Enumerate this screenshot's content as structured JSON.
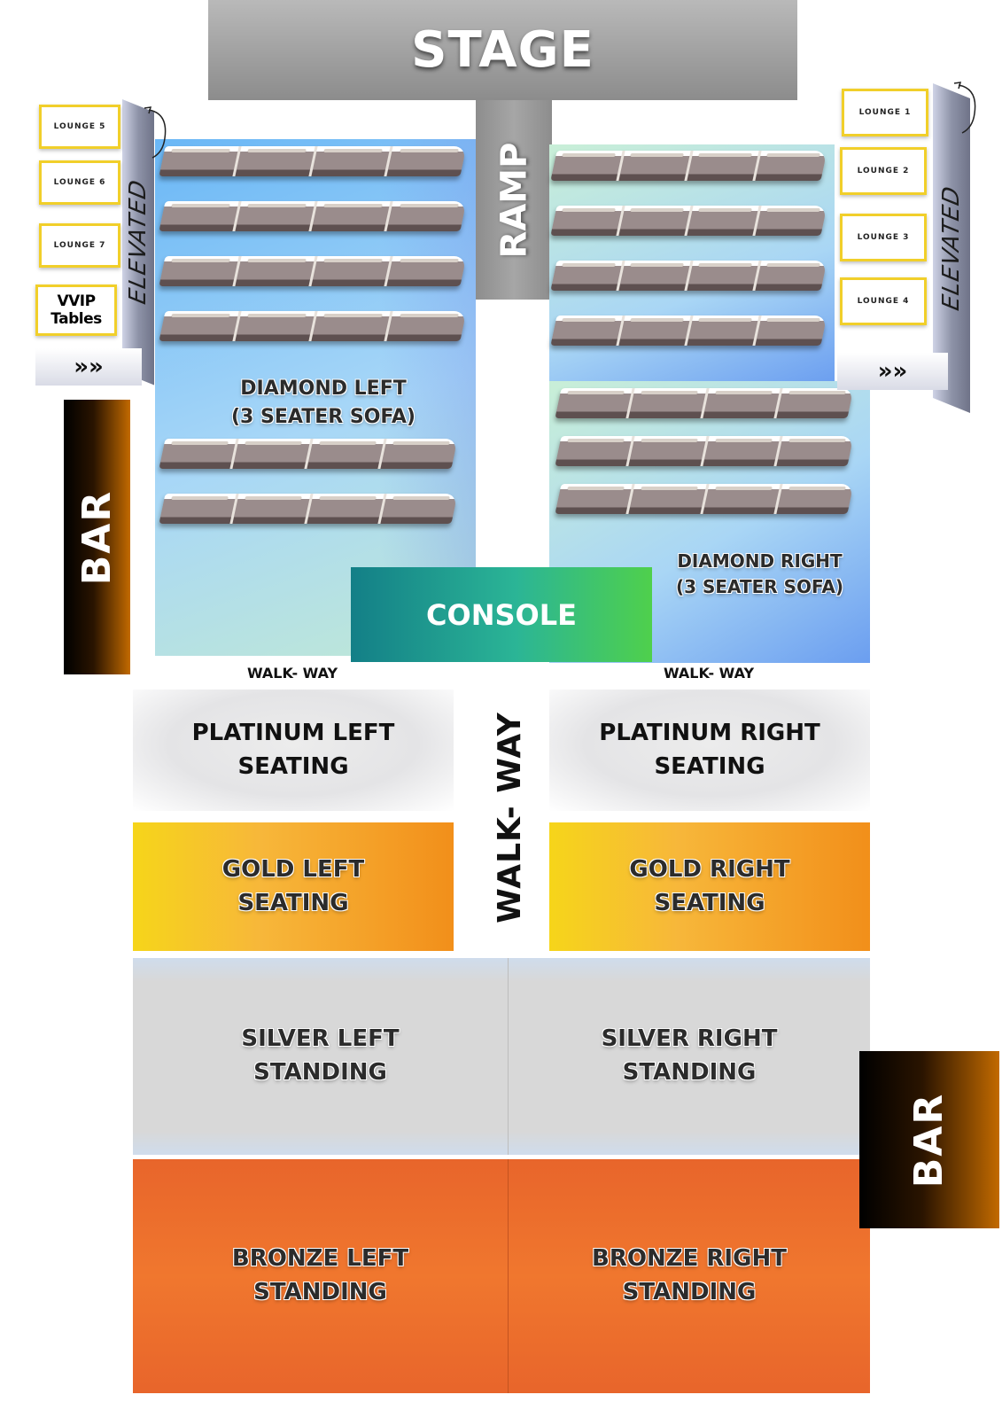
{
  "stage": "STAGE",
  "ramp": "RAMP",
  "diamond_left": {
    "line1": "DIAMOND LEFT",
    "line2": "(3 SEATER SOFA)"
  },
  "diamond_right": {
    "line1": "DIAMOND RIGHT",
    "line2": "(3 SEATER SOFA)"
  },
  "console": "CONSOLE",
  "bar": "BAR",
  "elevated": "ELEVATED",
  "arrows": "»»",
  "lounges_left": [
    "LOUNGE 5",
    "LOUNGE 6",
    "LOUNGE 7"
  ],
  "vvip_tables": "VVIP Tables",
  "lounges_right": [
    "LOUNGE 1",
    "LOUNGE 2",
    "LOUNGE 3",
    "LOUNGE 4"
  ],
  "walkway": "WALK- WAY",
  "platinum_left": {
    "line1": "PLATINUM LEFT",
    "line2": "SEATING"
  },
  "platinum_right": {
    "line1": "PLATINUM RIGHT",
    "line2": "SEATING"
  },
  "gold_left": {
    "line1": "GOLD LEFT",
    "line2": "SEATING"
  },
  "gold_right": {
    "line1": "GOLD RIGHT",
    "line2": "SEATING"
  },
  "silver_left": {
    "line1": "SILVER LEFT",
    "line2": "STANDING"
  },
  "silver_right": {
    "line1": "SILVER RIGHT",
    "line2": "STANDING"
  },
  "bronze_left": {
    "line1": "BRONZE LEFT",
    "line2": "STANDING"
  },
  "bronze_right": {
    "line1": "BRONZE RIGHT",
    "line2": "STANDING"
  }
}
